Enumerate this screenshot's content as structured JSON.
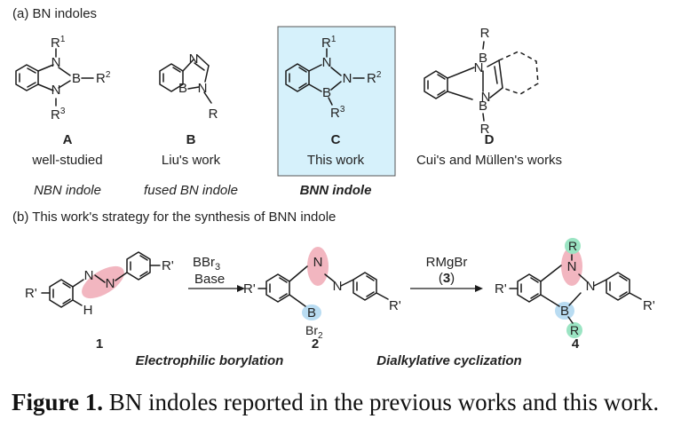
{
  "panel_a": {
    "heading": "(a) BN indoles",
    "compounds": [
      {
        "letter": "A",
        "desc": "well-studied",
        "class_name": "NBN indole"
      },
      {
        "letter": "B",
        "desc": "Liu's work",
        "class_name": "fused BN indole"
      },
      {
        "letter": "C",
        "desc": "This work",
        "class_name": "BNN indole"
      },
      {
        "letter": "D",
        "desc": "Cui's and Müllen's works",
        "class_name": ""
      }
    ],
    "highlight_color": "#d6f1fb",
    "highlight_border": "#555555"
  },
  "panel_b": {
    "heading": "(b) This work's strategy for the synthesis of BNN indole",
    "step1": {
      "reagent_line1": "BBr",
      "reagent_line1_sub": "3",
      "reagent_line2": "Base",
      "label": "Electrophilic borylation"
    },
    "step2": {
      "reagent_line1": "RMgBr",
      "reagent_line2": "3",
      "label": "Dialkylative cyclization"
    },
    "compound_numbers": [
      "1",
      "2",
      "4"
    ],
    "colors": {
      "azo_pink": "#f2b6c0",
      "boron_blue": "#b9dcf2",
      "r_green": "#9be4c3"
    }
  },
  "structure_labels": {
    "N": "N",
    "B": "B",
    "R": "R",
    "R1": "R",
    "R2": "R",
    "R3": "R",
    "sup1": "1",
    "sup2": "2",
    "sup3": "3",
    "Rprime": "R'",
    "H": "H",
    "Br": "Br",
    "sub2": "2"
  },
  "caption": {
    "label": "Figure 1.",
    "text": " BN indoles reported in the previous works and this work."
  }
}
